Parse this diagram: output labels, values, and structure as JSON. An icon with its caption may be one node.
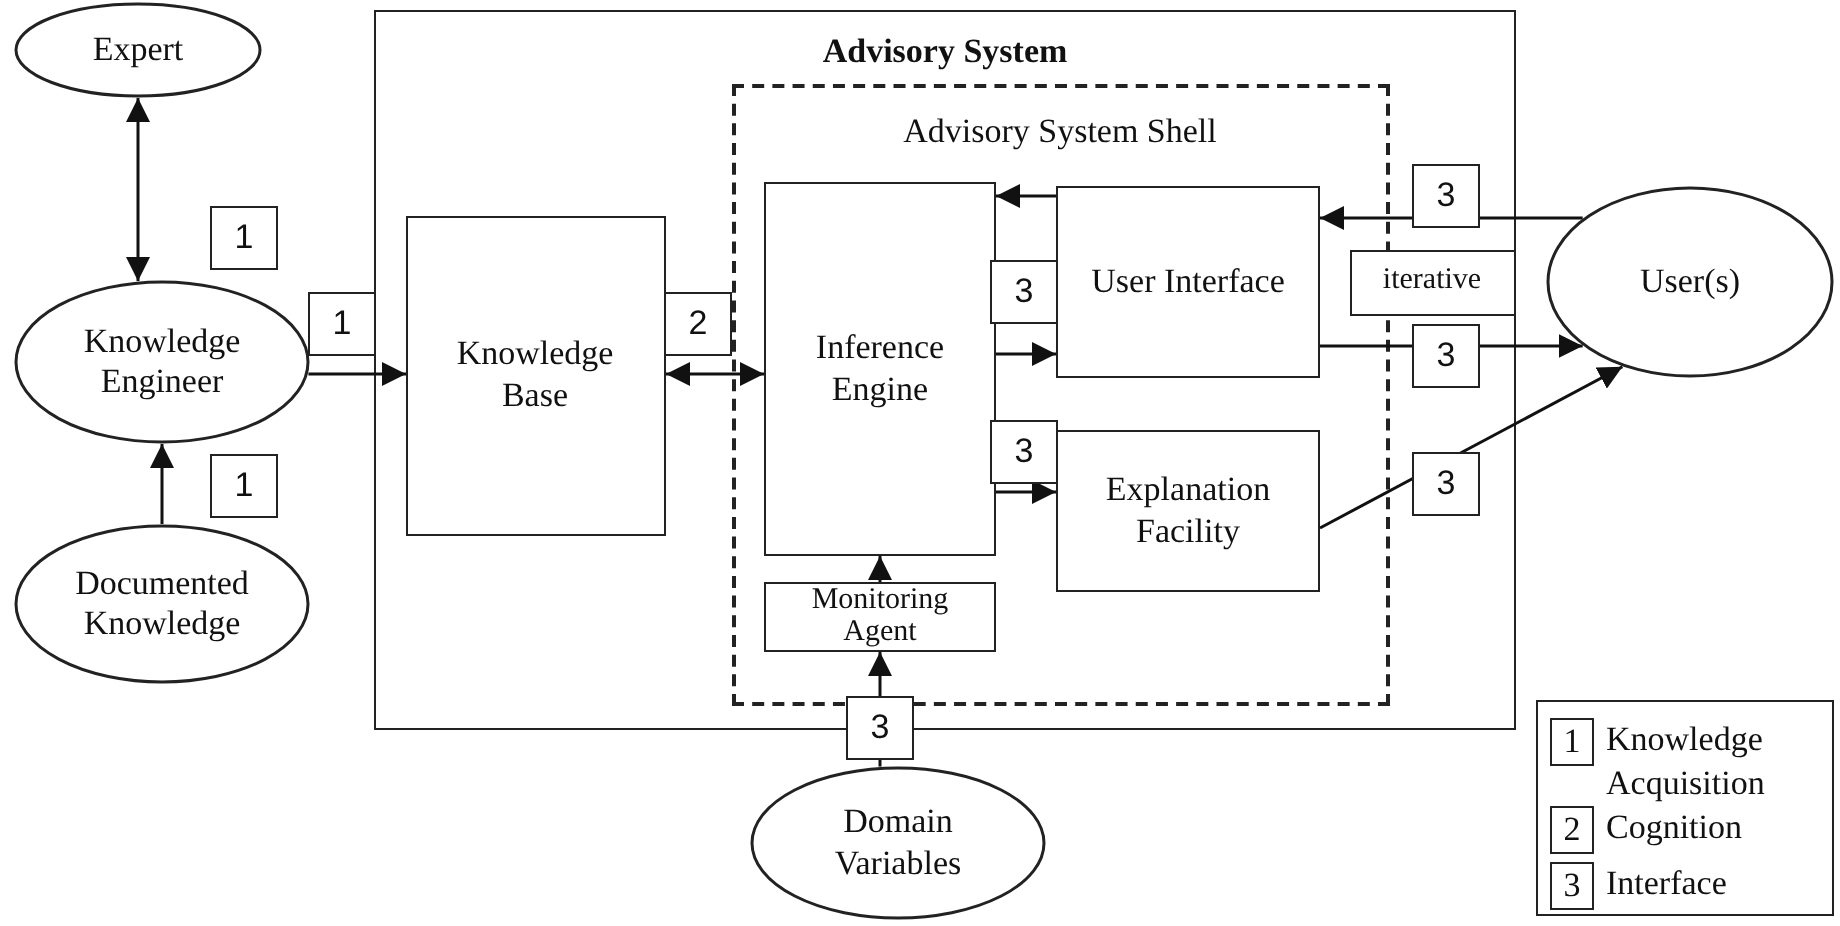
{
  "diagram": {
    "nodes": [
      {
        "text": [
          "Advisory System"
        ]
      },
      {
        "text": [
          "Advisory System Shell"
        ],
        "in": 0
      },
      {
        "text": [
          "Knowledge Base"
        ],
        "in": 0
      },
      {
        "text": [
          "Inference Engine"
        ],
        "in": 1
      },
      {
        "text": [
          "User Interface"
        ],
        "in": 1
      },
      {
        "text": [
          "Explanation Facility"
        ],
        "in": 1
      },
      {
        "text": [
          "Monitoring Agent"
        ],
        "in": 1
      },
      {
        "text": [
          "iterative"
        ],
        "in": 0
      },
      {
        "text": [
          "Expert"
        ]
      },
      {
        "text": [
          "Knowledge Engineer"
        ]
      },
      {
        "text": [
          "Documented Knowledge"
        ]
      },
      {
        "text": [
          "User(s)"
        ]
      },
      {
        "text": [
          "Domain Variables"
        ]
      }
    ],
    "edges": [
      {
        "from": 8,
        "to": 9,
        "arrow": "both",
        "label": "1"
      },
      {
        "from": 10,
        "to": 9,
        "arrow": "to",
        "label": "1"
      },
      {
        "from": 9,
        "to": 2,
        "arrow": "to",
        "label": "1"
      },
      {
        "from": 2,
        "to": 3,
        "arrow": "both",
        "label": "2"
      },
      {
        "from": 4,
        "to": 3,
        "arrow": "to"
      },
      {
        "from": 3,
        "to": 4,
        "arrow": "to",
        "label": "3"
      },
      {
        "from": 3,
        "to": 5,
        "arrow": "to",
        "label": "3"
      },
      {
        "from": 11,
        "to": 4,
        "arrow": "to",
        "label": "3"
      },
      {
        "from": 4,
        "to": 11,
        "arrow": "to",
        "label": "3"
      },
      {
        "from": 5,
        "to": 11,
        "arrow": "to",
        "label": "3"
      },
      {
        "from": 6,
        "to": 3,
        "arrow": "to"
      },
      {
        "from": 12,
        "to": 6,
        "arrow": "to",
        "label": "3"
      }
    ],
    "labels": [
      "1",
      "2",
      "3"
    ],
    "legend": [
      {
        "text": "Knowledge Acquisition"
      },
      {
        "text": "Cognition"
      },
      {
        "text": "Interface"
      }
    ]
  }
}
